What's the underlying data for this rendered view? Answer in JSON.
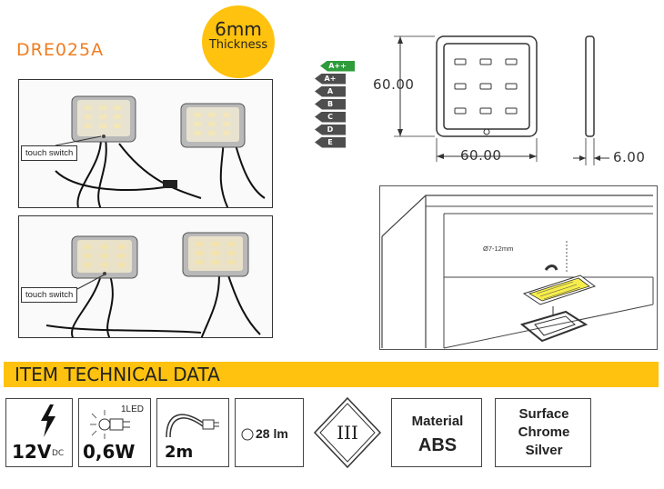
{
  "product": {
    "model": "DRE025A"
  },
  "badge": {
    "thickness_value": "6mm",
    "thickness_label": "Thickness"
  },
  "photos": {
    "touch_label_1": "touch switch",
    "touch_label_2": "touch switch"
  },
  "energy_label": {
    "classes": [
      "A++",
      "A+",
      "A",
      "B",
      "C",
      "D",
      "E"
    ],
    "colors": [
      "#2e9c3a",
      "#4e4e4e",
      "#4e4e4e",
      "#4e4e4e",
      "#4e4e4e",
      "#4e4e4e",
      "#4e4e4e"
    ]
  },
  "dimensions": {
    "height": "60.00",
    "width": "60.00",
    "depth": "6.00"
  },
  "installation": {
    "hole_label": "Ø7-12mm"
  },
  "section": {
    "title": "ITEM TECHNICAL DATA"
  },
  "specs": {
    "voltage": "12V",
    "voltage_unit": "DC",
    "led_count": "1LED",
    "power": "0,6W",
    "cable": "2m",
    "lumen": "28 lm",
    "class_mark": "III",
    "material_label": "Material",
    "material_value": "ABS",
    "surface_label": "Surface",
    "surface_line2": "Chrome",
    "surface_line3": "Silver"
  }
}
